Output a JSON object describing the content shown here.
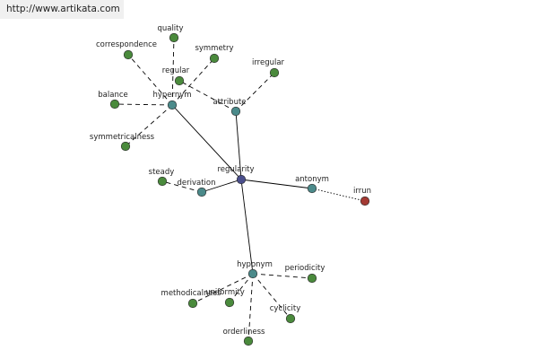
{
  "watermark": {
    "text": "http://www.artikata.com"
  },
  "colors": {
    "center": "#4a4e8c",
    "hub": "#4b8a8a",
    "leaf": "#4a8a3c",
    "opposite": "#a33a33",
    "edge": "#000000"
  },
  "nodes": [
    {
      "id": "regularity",
      "label": "regularity",
      "kind": "center"
    },
    {
      "id": "hypernym",
      "label": "hypernym",
      "kind": "hub"
    },
    {
      "id": "attribute",
      "label": "attribute",
      "kind": "hub"
    },
    {
      "id": "derivation",
      "label": "derivation",
      "kind": "hub"
    },
    {
      "id": "antonym",
      "label": "antonym",
      "kind": "hub"
    },
    {
      "id": "hyponym",
      "label": "hyponym",
      "kind": "hub"
    },
    {
      "id": "quality",
      "label": "quality",
      "kind": "leaf"
    },
    {
      "id": "correspondence",
      "label": "correspondence",
      "kind": "leaf"
    },
    {
      "id": "symmetry",
      "label": "symmetry",
      "kind": "leaf"
    },
    {
      "id": "regular",
      "label": "regular",
      "kind": "leaf"
    },
    {
      "id": "balance",
      "label": "balance",
      "kind": "leaf"
    },
    {
      "id": "symmetricalness",
      "label": "symmetricalness",
      "kind": "leaf"
    },
    {
      "id": "irregular",
      "label": "irregular",
      "kind": "leaf"
    },
    {
      "id": "steady",
      "label": "steady",
      "kind": "leaf"
    },
    {
      "id": "irrun",
      "label": "irrun",
      "kind": "opposite"
    },
    {
      "id": "periodicity",
      "label": "periodicity",
      "kind": "leaf"
    },
    {
      "id": "methodicalness",
      "label": "methodicalness",
      "kind": "leaf"
    },
    {
      "id": "uniformity",
      "label": "uniformity",
      "kind": "leaf"
    },
    {
      "id": "cyclicity",
      "label": "cyclicity",
      "kind": "leaf"
    },
    {
      "id": "orderliness",
      "label": "orderliness",
      "kind": "leaf"
    }
  ],
  "edges": [
    {
      "from": "regularity",
      "to": "hypernym",
      "style": "solid"
    },
    {
      "from": "regularity",
      "to": "attribute",
      "style": "solid"
    },
    {
      "from": "regularity",
      "to": "derivation",
      "style": "solid"
    },
    {
      "from": "regularity",
      "to": "antonym",
      "style": "solid"
    },
    {
      "from": "regularity",
      "to": "hyponym",
      "style": "solid"
    },
    {
      "from": "hypernym",
      "to": "quality",
      "style": "dashed"
    },
    {
      "from": "hypernym",
      "to": "correspondence",
      "style": "dashed"
    },
    {
      "from": "hypernym",
      "to": "symmetry",
      "style": "dashed"
    },
    {
      "from": "hypernym",
      "to": "balance",
      "style": "dashed"
    },
    {
      "from": "hypernym",
      "to": "symmetricalness",
      "style": "dashed"
    },
    {
      "from": "attribute",
      "to": "regular",
      "style": "dashed"
    },
    {
      "from": "attribute",
      "to": "irregular",
      "style": "dashed"
    },
    {
      "from": "derivation",
      "to": "steady",
      "style": "dashed"
    },
    {
      "from": "antonym",
      "to": "irrun",
      "style": "dotted"
    },
    {
      "from": "hyponym",
      "to": "periodicity",
      "style": "dashed"
    },
    {
      "from": "hyponym",
      "to": "methodicalness",
      "style": "dashed"
    },
    {
      "from": "hyponym",
      "to": "uniformity",
      "style": "dashed"
    },
    {
      "from": "hyponym",
      "to": "cyclicity",
      "style": "dashed"
    },
    {
      "from": "hyponym",
      "to": "orderliness",
      "style": "dashed"
    }
  ]
}
